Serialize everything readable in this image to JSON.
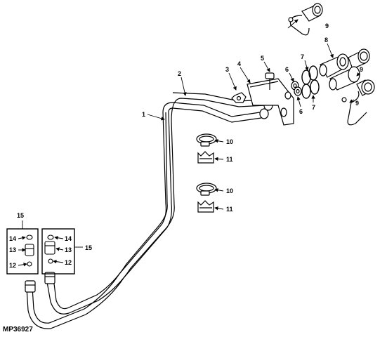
{
  "diagram": {
    "figure_code": "MP36927",
    "callouts": {
      "c1": "1",
      "c2": "2",
      "c3": "3",
      "c4": "4",
      "c5": "5",
      "c6a": "6",
      "c6b": "6",
      "c7a": "7",
      "c7b": "7",
      "c8": "8",
      "c9a": "9",
      "c9b": "9",
      "c9c": "9",
      "c10a": "10",
      "c10b": "10",
      "c11a": "11",
      "c11b": "11",
      "c12a": "12",
      "c12b": "12",
      "c13a": "13",
      "c13b": "13",
      "c14a": "14",
      "c14b": "14",
      "c15a": "15",
      "c15b": "15"
    }
  }
}
